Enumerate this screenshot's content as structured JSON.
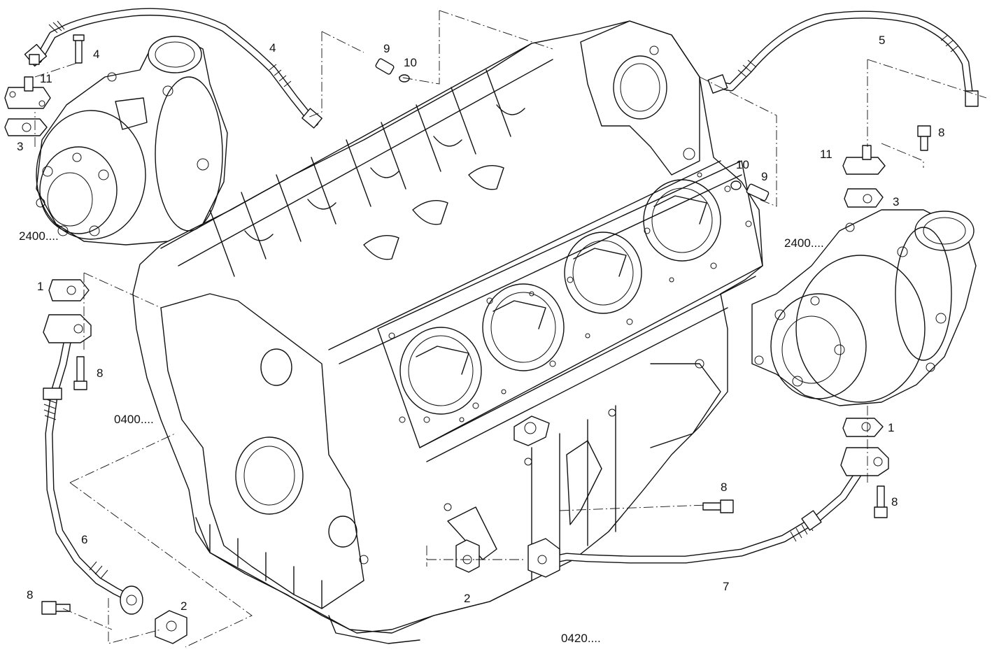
{
  "figure": {
    "callouts": {
      "c_4": "4",
      "c_11_left": "11",
      "c_3_left": "3",
      "c_2400_left": "2400....",
      "c_9_top": "9",
      "c_10_top": "10",
      "c_5": "5",
      "c_8_top_right": "8",
      "c_11_right": "11",
      "c_10_right": "10",
      "c_9_right": "9",
      "c_3_right": "3",
      "c_2400_right": "2400....",
      "c_1_left": "1",
      "c_8_left": "8",
      "c_0400": "0400....",
      "c_6": "6",
      "c_8_bottom_left": "8",
      "c_2_left": "2",
      "c_2_center": "2",
      "c_1_right": "1",
      "c_8_right_mid": "8",
      "c_8_right_low": "8",
      "c_7": "7",
      "c_0420": "0420...."
    }
  }
}
